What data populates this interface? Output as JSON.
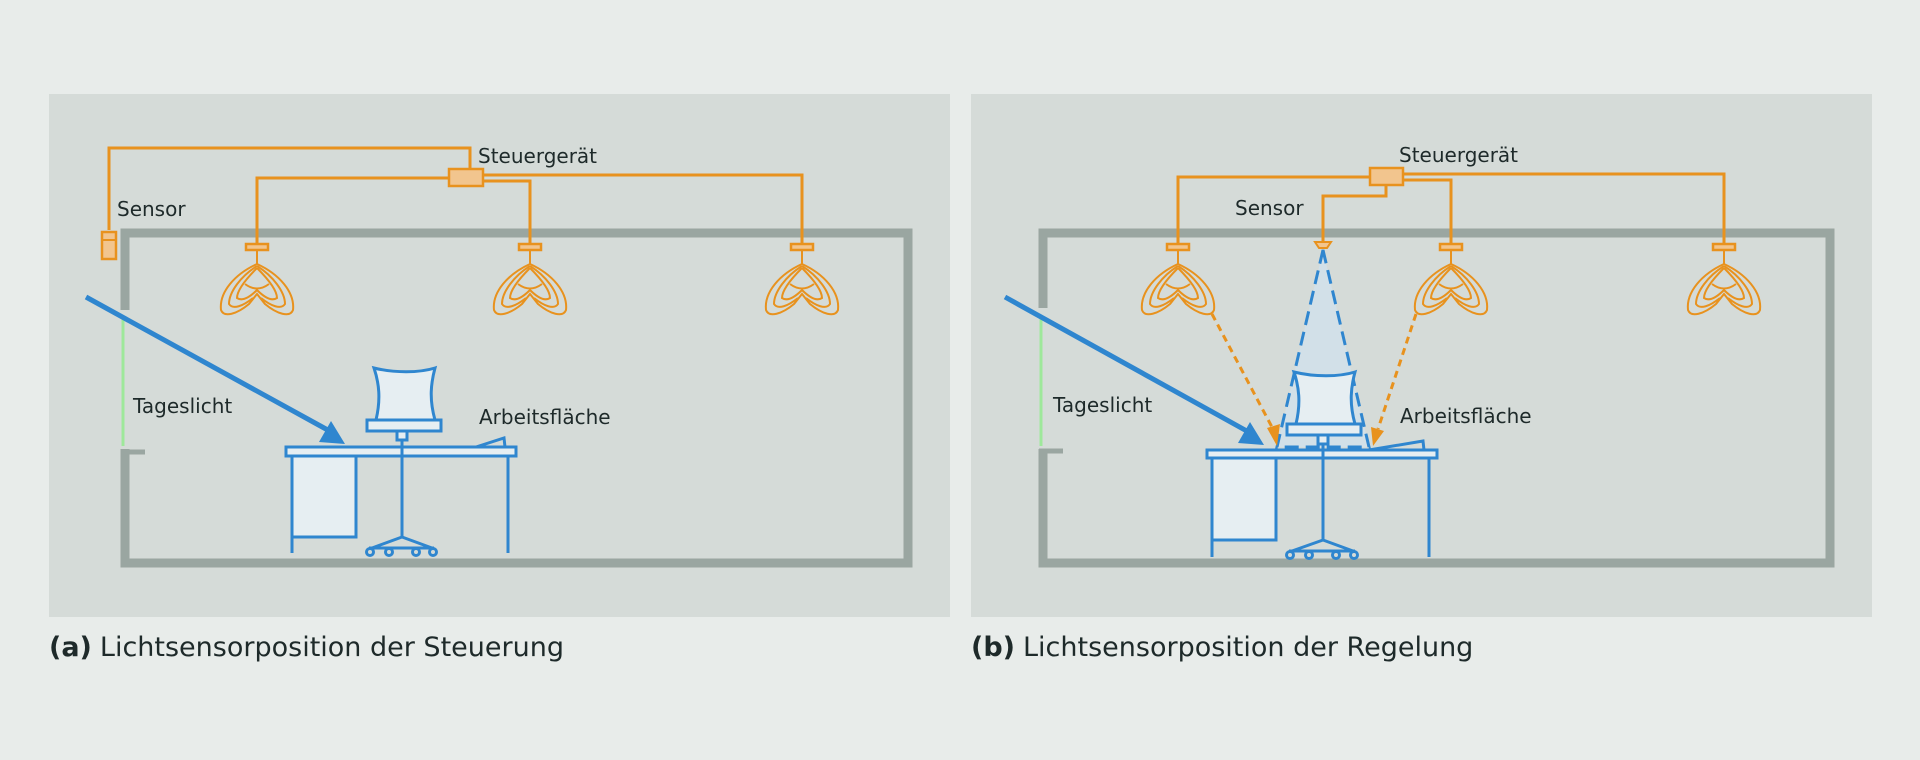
{
  "panel_a": {
    "labels": {
      "controller": "Steuergerät",
      "sensor": "Sensor",
      "daylight": "Tageslicht",
      "workspace": "Arbeitsfläche"
    },
    "caption_tag": "(a)",
    "caption_text": "Lichtsensorposition der Steuerung"
  },
  "panel_b": {
    "labels": {
      "controller": "Steuergerät",
      "sensor": "Sensor",
      "daylight": "Tageslicht",
      "workspace": "Arbeitsfläche"
    },
    "caption_tag": "(b)",
    "caption_text": "Lichtsensorposition der Regelung"
  },
  "colors": {
    "background": "#e8ecea",
    "panel": "#d5dbd8",
    "wall": "#9aa6a1",
    "wiring": "#e8921e",
    "furniture": "#2f86cf",
    "window": "#9ee89b",
    "text": "#1e2a2a"
  }
}
